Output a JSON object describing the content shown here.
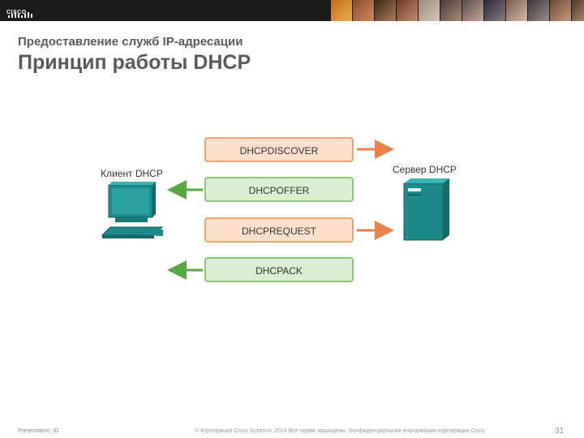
{
  "header": {
    "logo_text": "CISCO",
    "subtitle": "Предоставление служб IP-адресации",
    "title": "Принцип работы DHCP"
  },
  "diagram": {
    "client_label": "Клиент DHCP",
    "server_label": "Сервер DHCP",
    "messages": [
      {
        "label": "DHCPDISCOVER",
        "direction": "to-server",
        "color": "orange"
      },
      {
        "label": "DHCPOFFER",
        "direction": "to-client",
        "color": "green"
      },
      {
        "label": "DHCPREQUEST",
        "direction": "to-server",
        "color": "orange"
      },
      {
        "label": "DHCPACK",
        "direction": "to-client",
        "color": "green"
      }
    ],
    "colors": {
      "orange_fill": "#fde0cb",
      "orange_border": "#f0a46e",
      "orange_arrow": "#e8834a",
      "green_fill": "#d9efcf",
      "green_border": "#8cc878",
      "green_arrow": "#5aa844",
      "device": "#1f8a8a"
    }
  },
  "footer": {
    "presentation_id": "Presentation_ID",
    "copyright": "© Корпорация Cisco Systems, 2014 Все права защищены.    Конфиденциальная информация корпорации Cisco",
    "page_number": "31"
  }
}
